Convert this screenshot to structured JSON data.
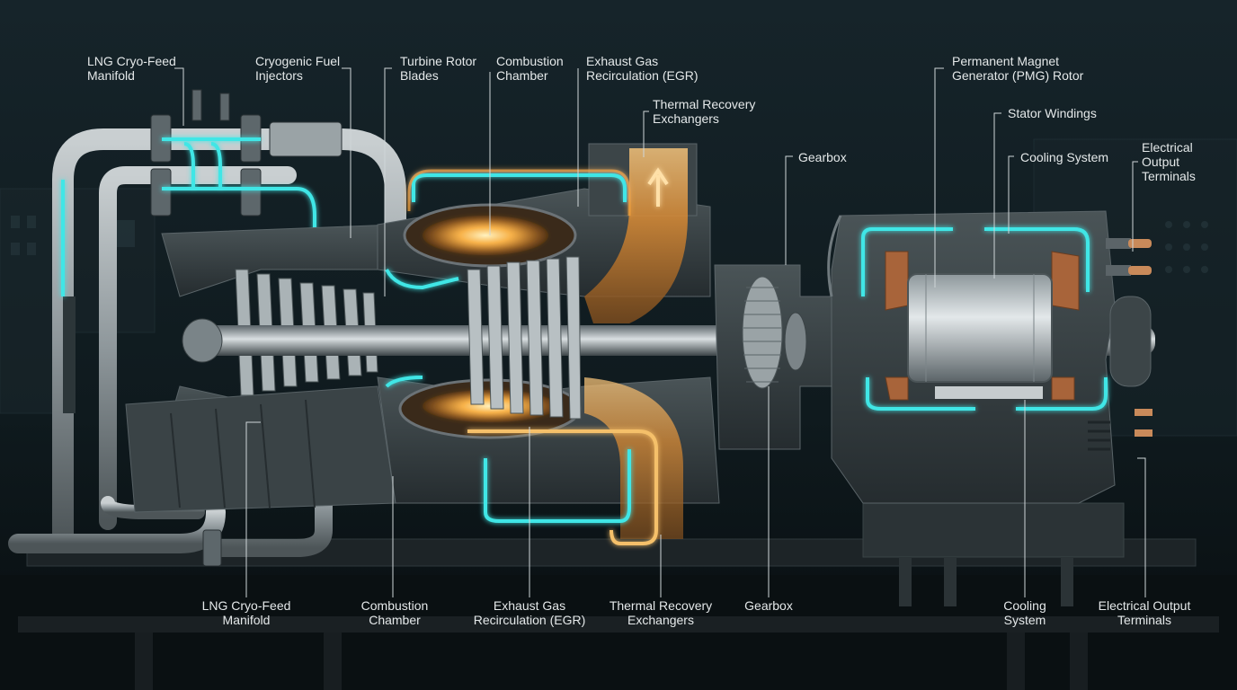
{
  "labels_top": {
    "lng_feed": [
      "LNG Cryo-Feed",
      "Manifold"
    ],
    "fuel_injectors": [
      "Cryogenic Fuel",
      "Injectors"
    ],
    "turbine_blades": [
      "Turbine Rotor",
      "Blades"
    ],
    "combustion": [
      "Combustion",
      "Chamber"
    ],
    "egr": [
      "Exhaust Gas",
      "Recirculation (EGR)"
    ],
    "thermal": [
      "Thermal Recovery",
      "Exchangers"
    ],
    "gearbox": [
      "Gearbox"
    ],
    "pmg": [
      "Permanent Magnet",
      "Generator (PMG) Rotor"
    ],
    "stator": [
      "Stator Windings"
    ],
    "cooling": [
      "Cooling System"
    ],
    "terminals": [
      "Electrical",
      "Output",
      "Terminals"
    ]
  },
  "labels_bottom": {
    "lng_feed": [
      "LNG Cryo-Feed",
      "Manifold"
    ],
    "combustion": [
      "Combustion",
      "Chamber"
    ],
    "egr": [
      "Exhaust Gas",
      "Recirculation (EGR)"
    ],
    "thermal": [
      "Thermal Recovery",
      "Exchangers"
    ],
    "gearbox": [
      "Gearbox"
    ],
    "cooling": [
      "Cooling",
      "System"
    ],
    "terminals": [
      "Electrical Output",
      "Terminals"
    ]
  },
  "colors": {
    "background": "#0d1518",
    "label_text": "#e4e8e9",
    "leader_line": "#cfd6d8",
    "coolant_glow": "#3fe6e6",
    "flame_glow": "#f5a33a",
    "metal": "#8a9499"
  }
}
